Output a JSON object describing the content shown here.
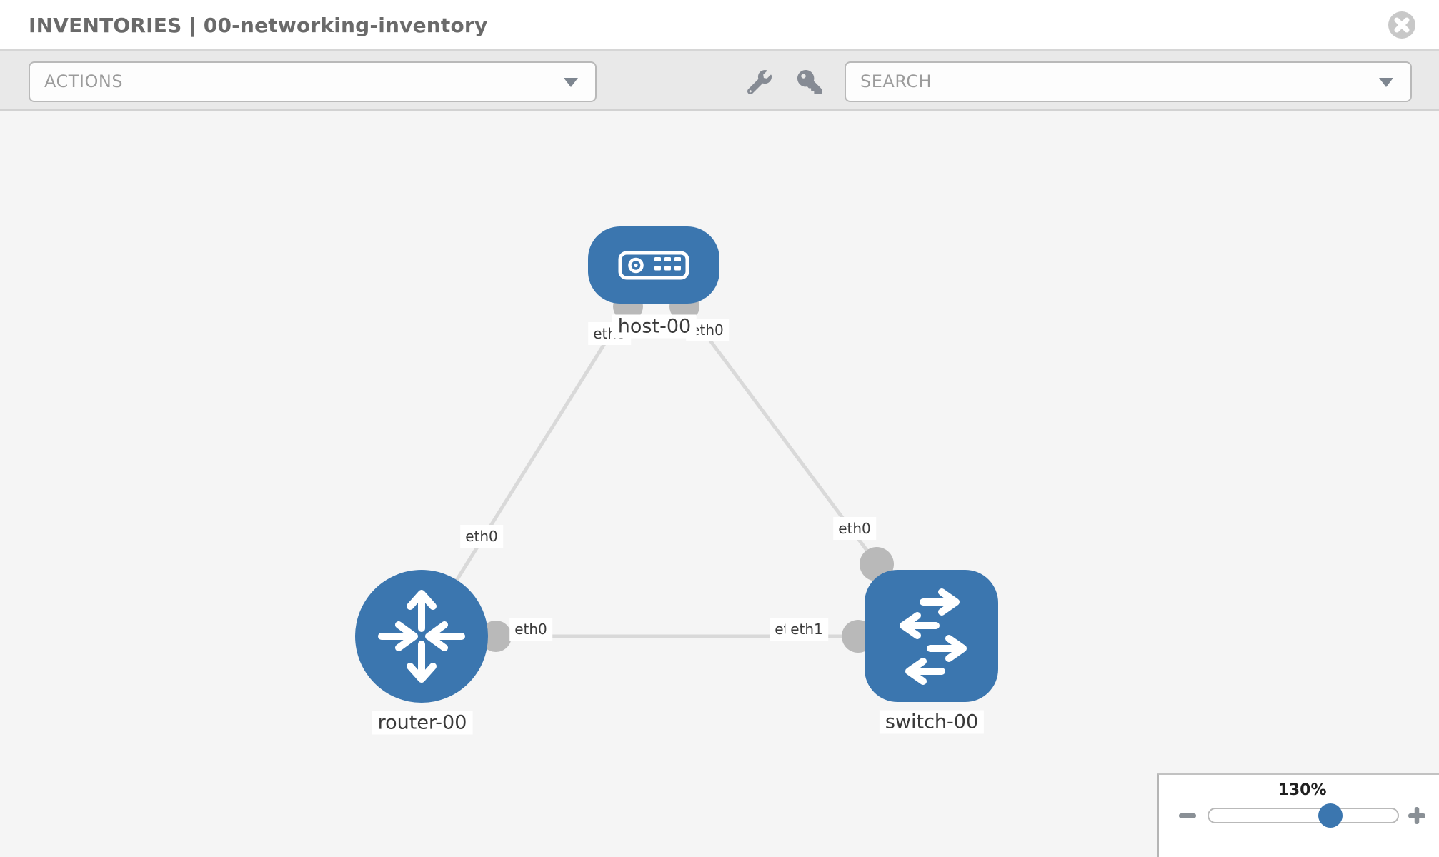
{
  "header": {
    "title": "INVENTORIES | 00-networking-inventory"
  },
  "toolbar": {
    "actions_label": "ACTIONS",
    "search_label": "SEARCH",
    "icons": [
      "wrench-icon",
      "key-icon"
    ]
  },
  "topology": {
    "nodes": [
      {
        "id": "host-00",
        "type": "host",
        "label": "host-00",
        "shape": "rounded-rect"
      },
      {
        "id": "router-00",
        "type": "router",
        "label": "router-00",
        "shape": "circle"
      },
      {
        "id": "switch-00",
        "type": "switch",
        "label": "switch-00",
        "shape": "rounded-square"
      }
    ],
    "links": [
      {
        "from": "router-00",
        "from_interface": "eth0",
        "to": "host-00",
        "to_interface": "eth0"
      },
      {
        "from": "host-00",
        "from_interface": "eth0",
        "to": "switch-00",
        "to_interface": "eth0"
      },
      {
        "from": "router-00",
        "from_interface": "eth0",
        "to": "switch-00",
        "to_interface": "eth1"
      }
    ],
    "iface_labels": [
      {
        "text": "eth0"
      },
      {
        "text": "eth0"
      },
      {
        "text": "eth0"
      },
      {
        "text": "eth0"
      },
      {
        "text": "eth0"
      },
      {
        "text": "eth0"
      },
      {
        "text": "eth1"
      }
    ]
  },
  "zoom_control": {
    "value": "130%",
    "slider_percent": 64.5
  },
  "colors": {
    "node_blue": "#3b76af",
    "link_gray": "#d9d9d9",
    "connector_gray": "#b9b9b9",
    "canvas_bg": "#f5f5f5",
    "toolbar_bg": "#e9e9e9",
    "icon_gray": "#868b94"
  }
}
